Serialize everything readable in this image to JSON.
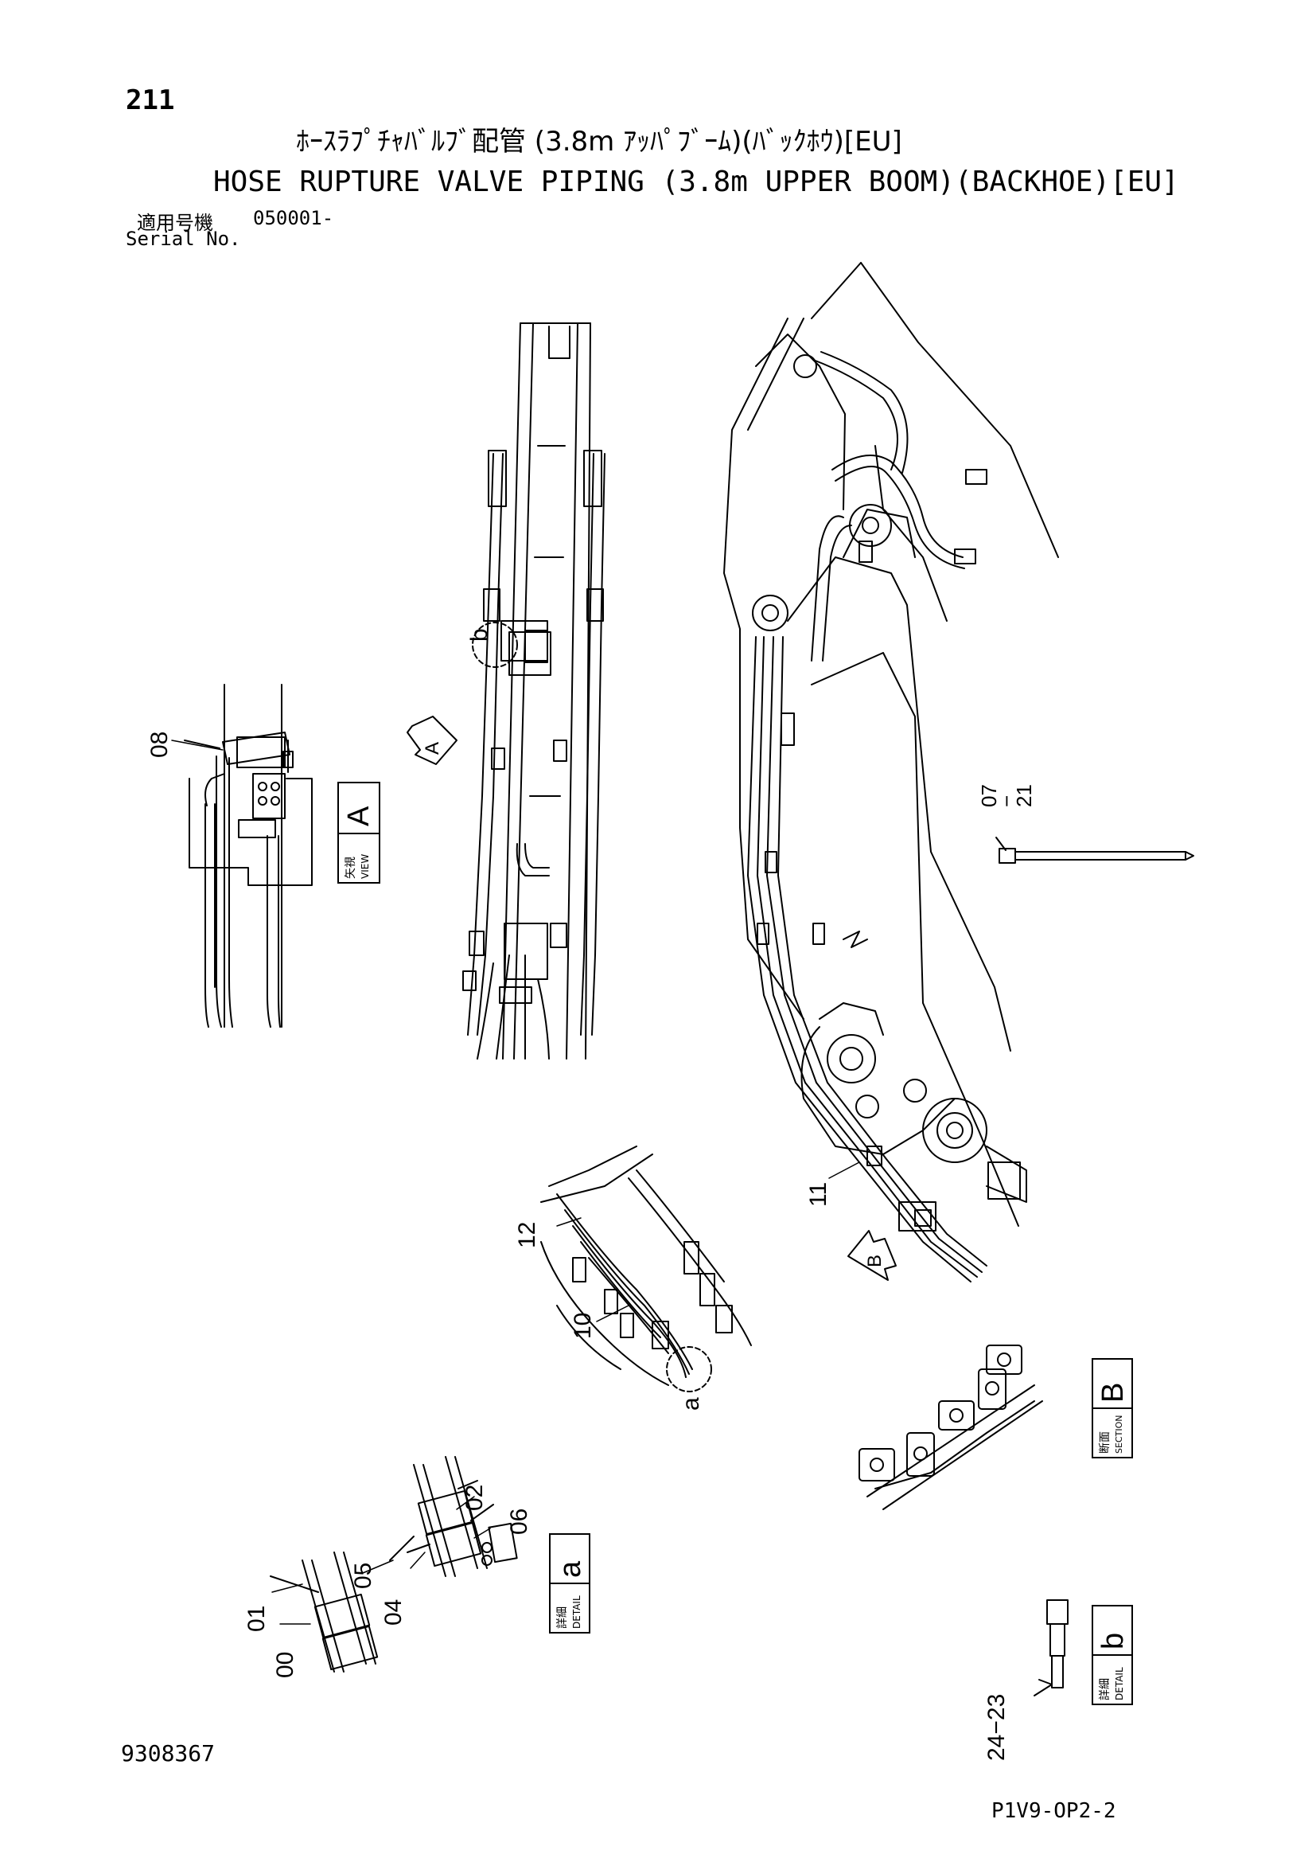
{
  "header": {
    "page_number": "211",
    "title_jp": "ﾎｰｽﾗﾌﾟﾁｬﾊﾞﾙﾌﾞ配管 (3.8m ｱｯﾊﾟﾌﾞｰﾑ)(ﾊﾞｯｸﾎｳ)[EU]",
    "title_en": "HOSE RUPTURE VALVE PIPING (3.8m UPPER BOOM)(BACKHOE)[EU]",
    "serial_label_jp": "適用号機",
    "serial_value": "050001-",
    "serial_label_en": "Serial No."
  },
  "views": {
    "view_a": {
      "kanji": "矢視",
      "word": "VIEW",
      "letter": "A"
    },
    "section_b": {
      "kanji": "断面",
      "word": "SECTION",
      "letter": "B"
    },
    "detail_a": {
      "kanji": "詳細",
      "word": "DETAIL",
      "letter": "a"
    },
    "detail_b": {
      "kanji": "詳細",
      "word": "DETAIL",
      "letter": "b"
    }
  },
  "arrows": {
    "a": "A",
    "b": "B"
  },
  "callouts": {
    "b_ref": "b",
    "a_ref": "a",
    "p08": "08",
    "p07_21": "07\n−\n21",
    "p11": "11",
    "p12": "12",
    "p10": "10",
    "p02": "02",
    "p06": "06",
    "p05": "05",
    "p04": "04",
    "p01": "01",
    "p00": "00",
    "p24_23": "24−23"
  },
  "footer": {
    "drawing_number": "9308367",
    "page_code": "P1V9-OP2-2"
  }
}
